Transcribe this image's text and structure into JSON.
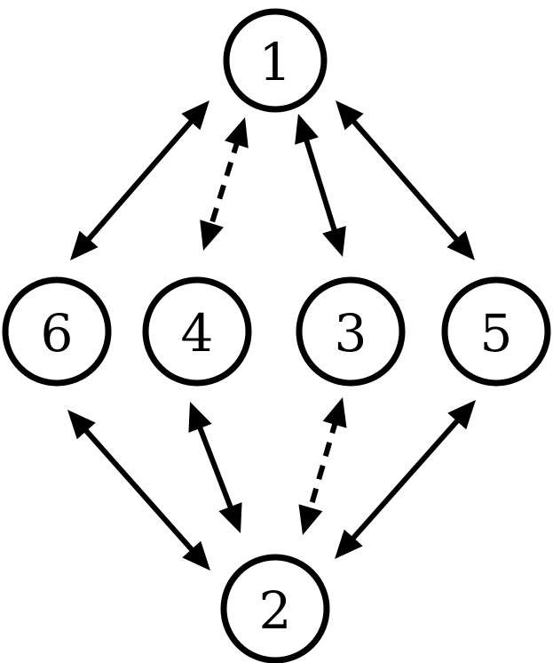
{
  "nodes": [
    {
      "id": "n1",
      "label": "1"
    },
    {
      "id": "n6",
      "label": "6"
    },
    {
      "id": "n4",
      "label": "4"
    },
    {
      "id": "n3",
      "label": "3"
    },
    {
      "id": "n5",
      "label": "5"
    },
    {
      "id": "n2",
      "label": "2"
    }
  ],
  "edges": [
    {
      "from": "n1",
      "to": "n6",
      "style": "solid",
      "direction": "both"
    },
    {
      "from": "n1",
      "to": "n4",
      "style": "dashed",
      "direction": "both"
    },
    {
      "from": "n1",
      "to": "n3",
      "style": "solid",
      "direction": "both"
    },
    {
      "from": "n1",
      "to": "n5",
      "style": "solid",
      "direction": "both"
    },
    {
      "from": "n6",
      "to": "n2",
      "style": "solid",
      "direction": "both"
    },
    {
      "from": "n4",
      "to": "n2",
      "style": "solid",
      "direction": "both"
    },
    {
      "from": "n3",
      "to": "n2",
      "style": "dashed",
      "direction": "both"
    },
    {
      "from": "n5",
      "to": "n2",
      "style": "solid",
      "direction": "both"
    }
  ],
  "colors": {
    "stroke": "#000000",
    "background": "#ffffff"
  }
}
